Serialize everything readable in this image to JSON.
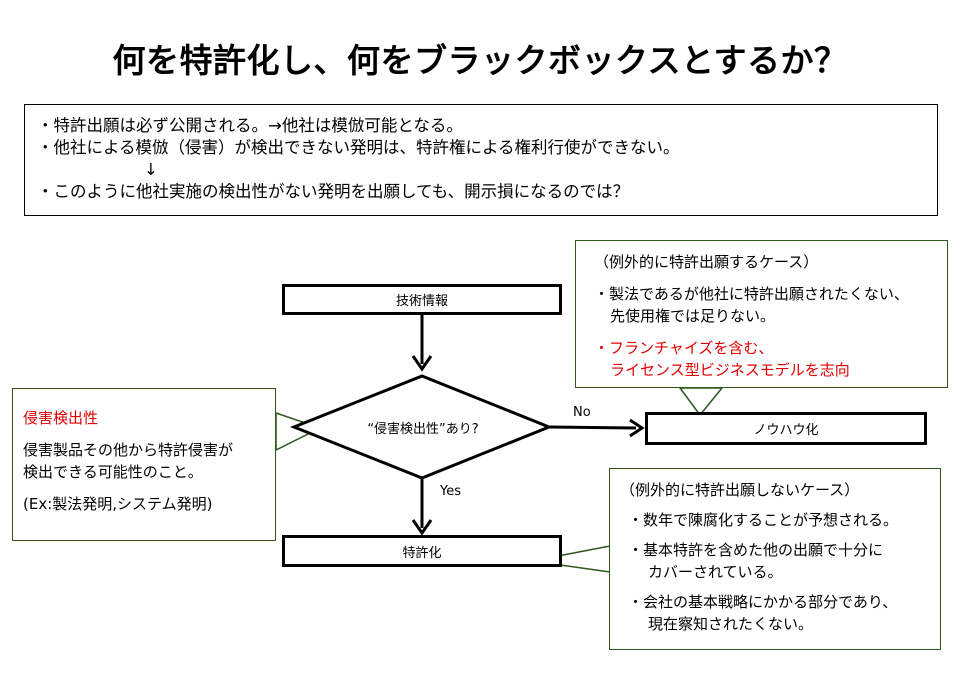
{
  "title": "何を特許化し、何をブラックボックスとするか？",
  "intro": {
    "line1": "・特許出願は必ず公開される。→他社は模倣可能となる。",
    "line2": "・他社による模倣（侵害）が検出できない発明は、特許権による権利行使ができない。",
    "arrow": "↓",
    "line3": "・このように他社実施の検出性がない発明を出願しても、開示損になるのでは？"
  },
  "flow": {
    "start": "技術情報",
    "decision": "“侵害検出性”あり?",
    "no_label": "No",
    "yes_label": "Yes",
    "no_result": "ノウハウ化",
    "yes_result": "特許化"
  },
  "left_callout": {
    "heading": "侵害検出性",
    "line1": "侵害製品その他から特許侵害が",
    "line2": "検出できる可能性のこと。",
    "line3": "(Ex:製法発明,システム発明)"
  },
  "top_callout": {
    "heading": "（例外的に特許出願するケース）",
    "item1_line1": "・製法であるが他社に特許出願されたくない、",
    "item1_line2": "先使用権では足りない。",
    "item2_line1": "・フランチャイズを含む、",
    "item2_line2": "ライセンス型ビジネスモデルを志向"
  },
  "bottom_callout": {
    "heading": "（例外的に特許出願しないケース）",
    "item1": "・数年で陳腐化することが予想される。",
    "item2_line1": "・基本特許を含めた他の出願で十分に",
    "item2_line2": "カバーされている。",
    "item3_line1": "・会社の基本戦略にかかる部分であり、",
    "item3_line2": "現在察知されたくない。"
  },
  "colors": {
    "callout_border": "#2e5a1c",
    "emphasis": "#e00000",
    "line": "#000000"
  }
}
